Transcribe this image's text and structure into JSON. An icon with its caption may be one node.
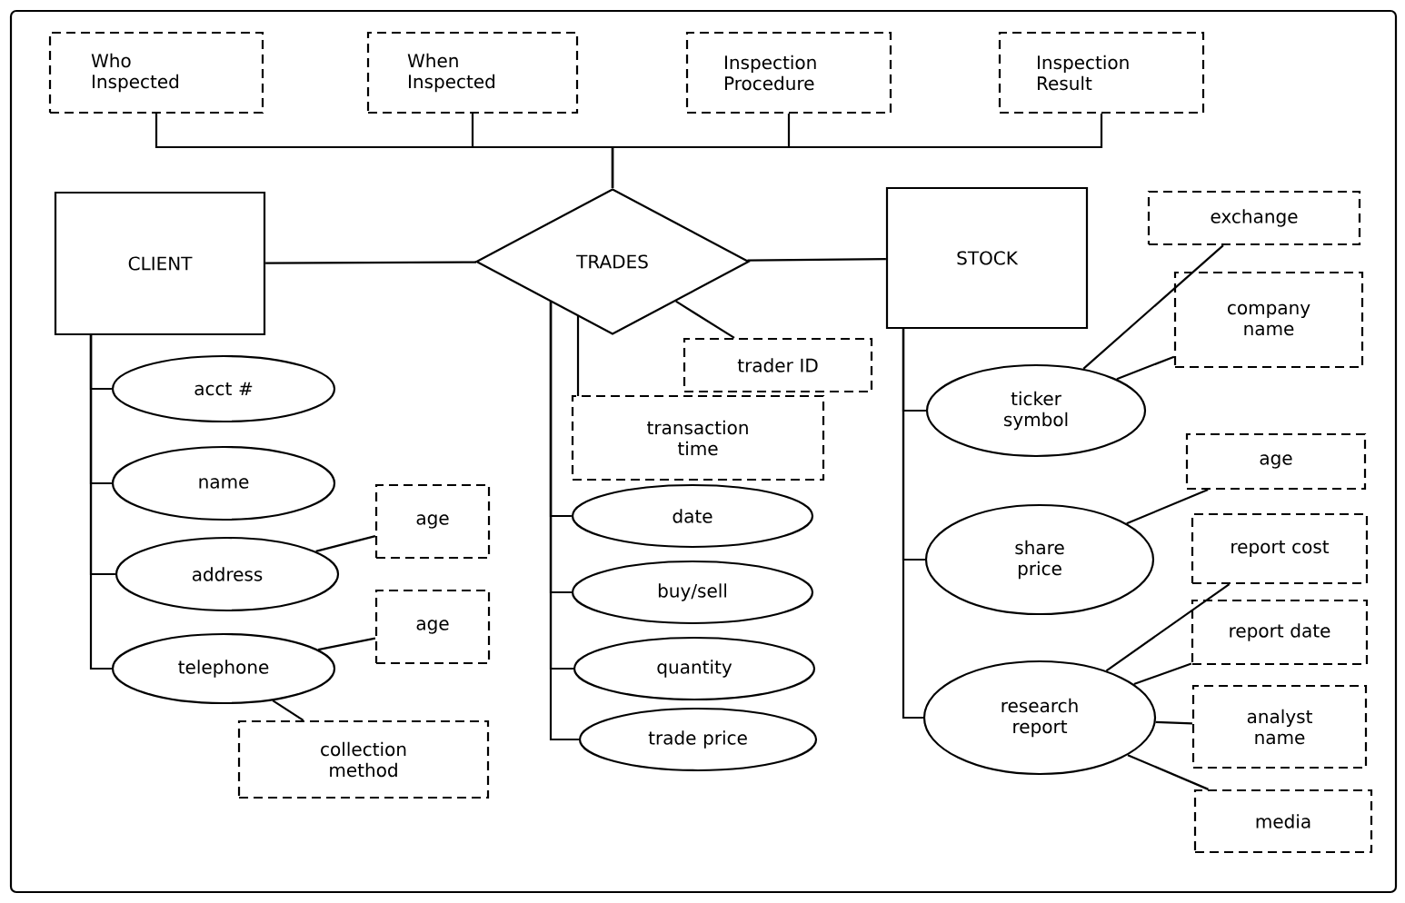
{
  "diagram": {
    "nodes": [
      {
        "text": [
          "Who Inspected"
        ]
      },
      {
        "text": [
          "When Inspected"
        ]
      },
      {
        "text": [
          "Inspection Procedure"
        ]
      },
      {
        "text": [
          "Inspection Result"
        ]
      },
      {
        "text": [
          "CLIENT"
        ]
      },
      {
        "text": [
          "TRADES"
        ]
      },
      {
        "text": [
          "STOCK"
        ]
      },
      {
        "text": [
          "exchange"
        ]
      },
      {
        "text": [
          "company name"
        ]
      },
      {
        "text": [
          "ticker symbol"
        ]
      },
      {
        "text": [
          "trader ID"
        ]
      },
      {
        "text": [
          "transaction time"
        ]
      },
      {
        "text": [
          "acct #"
        ]
      },
      {
        "text": [
          "name"
        ]
      },
      {
        "text": [
          "address"
        ]
      },
      {
        "text": [
          "age"
        ]
      },
      {
        "text": [
          "telephone"
        ]
      },
      {
        "text": [
          "age"
        ]
      },
      {
        "text": [
          "collection method"
        ]
      },
      {
        "text": [
          "date"
        ]
      },
      {
        "text": [
          "buy/sell"
        ]
      },
      {
        "text": [
          "quantity"
        ]
      },
      {
        "text": [
          "trade price"
        ]
      },
      {
        "text": [
          "share price"
        ]
      },
      {
        "text": [
          "age"
        ]
      },
      {
        "text": [
          "research report"
        ]
      },
      {
        "text": [
          "report cost"
        ]
      },
      {
        "text": [
          "report date"
        ]
      },
      {
        "text": [
          "analyst name"
        ]
      },
      {
        "text": [
          "media"
        ]
      }
    ],
    "edges": [
      {
        "from": 0,
        "to": 5,
        "arrow": "none"
      },
      {
        "from": 1,
        "to": 5,
        "arrow": "none"
      },
      {
        "from": 2,
        "to": 5,
        "arrow": "none"
      },
      {
        "from": 3,
        "to": 5,
        "arrow": "none"
      },
      {
        "from": 4,
        "to": 5,
        "arrow": "none"
      },
      {
        "from": 5,
        "to": 6,
        "arrow": "none"
      },
      {
        "from": 4,
        "to": 12,
        "arrow": "none"
      },
      {
        "from": 4,
        "to": 13,
        "arrow": "none"
      },
      {
        "from": 4,
        "to": 14,
        "arrow": "none"
      },
      {
        "from": 4,
        "to": 16,
        "arrow": "none"
      },
      {
        "from": 14,
        "to": 15,
        "arrow": "none"
      },
      {
        "from": 16,
        "to": 17,
        "arrow": "none"
      },
      {
        "from": 16,
        "to": 18,
        "arrow": "none"
      },
      {
        "from": 5,
        "to": 10,
        "arrow": "none"
      },
      {
        "from": 5,
        "to": 11,
        "arrow": "none"
      },
      {
        "from": 5,
        "to": 19,
        "arrow": "none"
      },
      {
        "from": 5,
        "to": 20,
        "arrow": "none"
      },
      {
        "from": 5,
        "to": 21,
        "arrow": "none"
      },
      {
        "from": 5,
        "to": 22,
        "arrow": "none"
      },
      {
        "from": 6,
        "to": 9,
        "arrow": "none"
      },
      {
        "from": 6,
        "to": 23,
        "arrow": "none"
      },
      {
        "from": 6,
        "to": 25,
        "arrow": "none"
      },
      {
        "from": 9,
        "to": 7,
        "arrow": "none"
      },
      {
        "from": 9,
        "to": 8,
        "arrow": "none"
      },
      {
        "from": 23,
        "to": 24,
        "arrow": "none"
      },
      {
        "from": 25,
        "to": 26,
        "arrow": "none"
      },
      {
        "from": 25,
        "to": 27,
        "arrow": "none"
      },
      {
        "from": 25,
        "to": 28,
        "arrow": "none"
      },
      {
        "from": 25,
        "to": 29,
        "arrow": "none"
      }
    ]
  }
}
